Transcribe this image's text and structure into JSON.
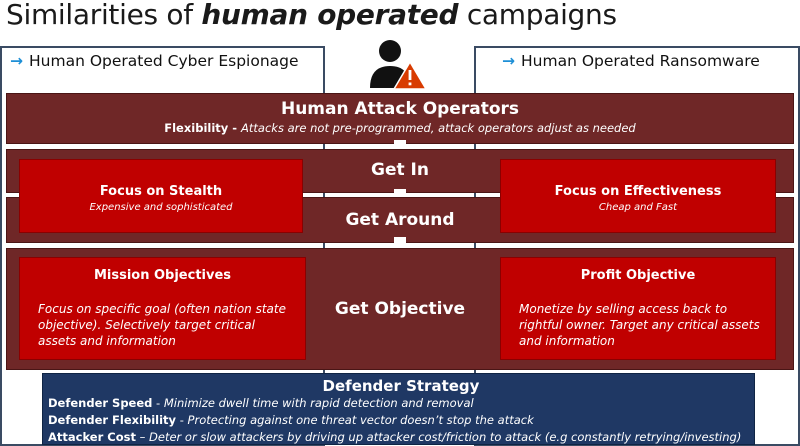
{
  "title": {
    "prefix": "Similarities of ",
    "emphasis": "human operated",
    "suffix": " campaigns"
  },
  "columns": {
    "left": {
      "label": "Human Operated Cyber Espionage"
    },
    "right": {
      "label": "Human Operated Ransomware"
    }
  },
  "operators": {
    "title": "Human Attack Operators",
    "flex_label": "Flexibility - ",
    "flex_text": "Attacks are not pre-programmed,  attack operators adjust as needed"
  },
  "stages": {
    "get_in": "Get In",
    "get_around": "Get Around",
    "get_objective": "Get Objective"
  },
  "stealth": {
    "title": "Focus on Stealth",
    "sub": "Expensive and sophisticated"
  },
  "effectiveness": {
    "title": "Focus on Effectiveness",
    "sub": "Cheap and Fast"
  },
  "mission": {
    "title": "Mission Objectives",
    "text": "Focus on specific goal (often nation state objective). Selectively target critical assets and information"
  },
  "profit": {
    "title": "Profit Objective",
    "text": "Monetize by selling access back to rightful owner. Target any critical assets and information"
  },
  "defender": {
    "title": "Defender Strategy",
    "lines": [
      {
        "label": "Defender Speed",
        "sep": " - ",
        "text": "Minimize dwell time with rapid detection and removal"
      },
      {
        "label": "Defender Flexibility",
        "sep": " - ",
        "text": "Protecting against one threat vector doesn’t stop the attack"
      },
      {
        "label": "Attacker Cost",
        "sep": " – ",
        "text": "Deter or slow attackers by driving up attacker cost/friction to attack (e.g constantly retrying/investing)"
      }
    ]
  },
  "colors": {
    "dark_band": "#6f2727",
    "red_box": "#c00000",
    "navy": "#1f3864",
    "accent_arrow": "#1e8fd6"
  }
}
